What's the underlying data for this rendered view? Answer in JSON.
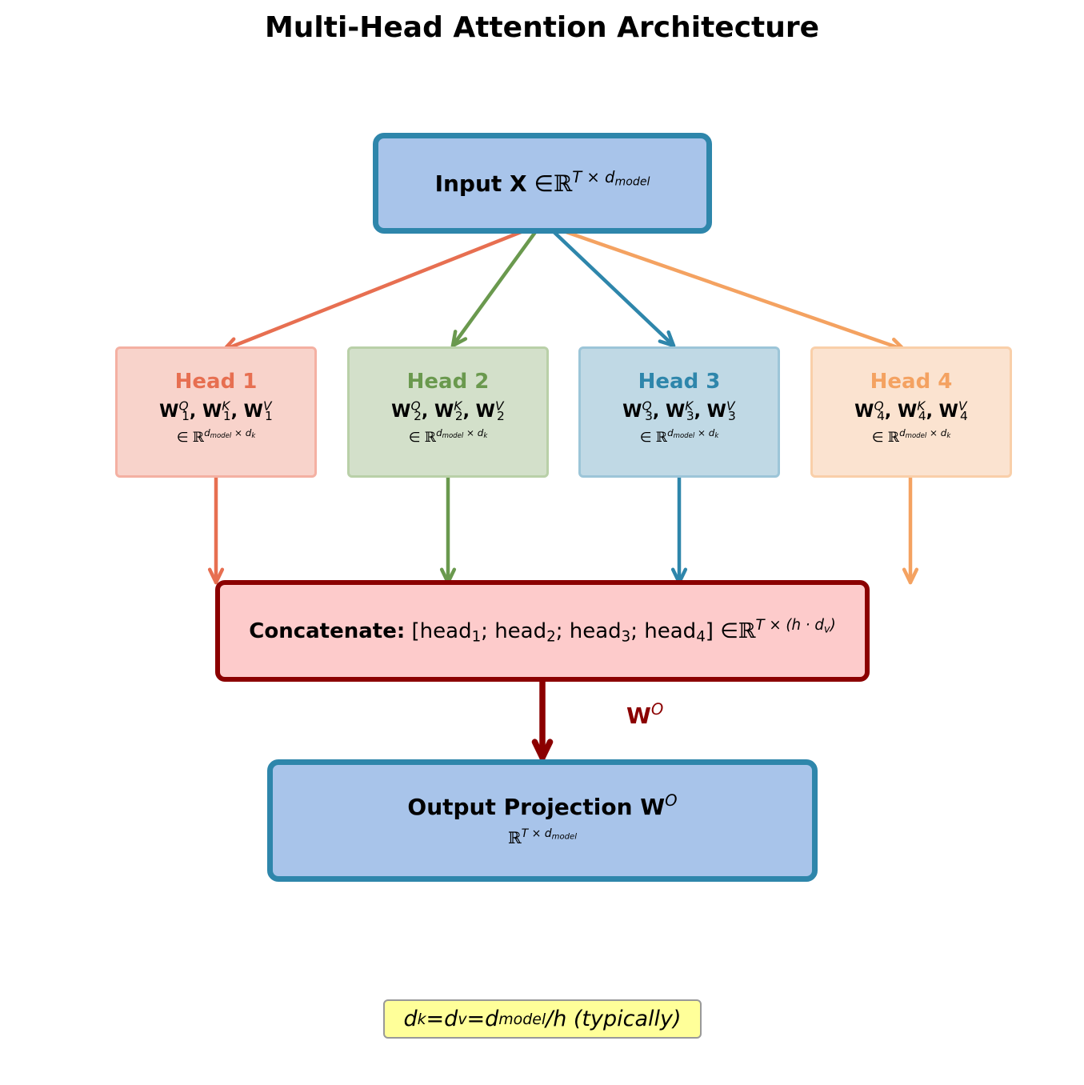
{
  "title": "Multi-Head Attention Architecture",
  "input": {
    "label": "Input X",
    "member": "∈",
    "space": "ℝ",
    "exp_main": "T × d",
    "exp_sub": "model",
    "border_color": "#2e86ab",
    "fill_color": "#a8c4ea"
  },
  "heads": [
    {
      "title": "Head 1",
      "index": "1",
      "color": "#e76f51",
      "fill": "#f8d3cb",
      "border": "#f4b0a2"
    },
    {
      "title": "Head 2",
      "index": "2",
      "color": "#6a994e",
      "fill": "#d3e0ca",
      "border": "#b9d0a8"
    },
    {
      "title": "Head 3",
      "index": "3",
      "color": "#2e86ab",
      "fill": "#c0d9e5",
      "border": "#9cc5d8"
    },
    {
      "title": "Head 4",
      "index": "4",
      "color": "#f4a261",
      "fill": "#fbe3d0",
      "border": "#f9cfa9"
    }
  ],
  "weights": {
    "symbol": "W",
    "q": "Q",
    "k": "K",
    "v": "V",
    "sep": ", "
  },
  "head_dim": {
    "member": "∈",
    "space": "ℝ",
    "d": "d",
    "model": "model",
    "times": " × ",
    "dk_sub": "k"
  },
  "concat": {
    "label": "Concatenate:",
    "items": [
      "head",
      "head",
      "head",
      "head"
    ],
    "indices": [
      "1",
      "2",
      "3",
      "4"
    ],
    "open": "[",
    "close": "]",
    "sep": "; ",
    "member": "∈",
    "space": "ℝ",
    "exp": "T × (h · d",
    "exp_sub": "v",
    "exp_close": ")",
    "border_color": "#8b0000",
    "fill_color": "#fdcbcb"
  },
  "projection_label": {
    "symbol": "W",
    "sup": "O",
    "color": "#8b0000"
  },
  "output": {
    "title": "Output Projection W",
    "title_sup": "O",
    "space": "ℝ",
    "exp_main": "T × d",
    "exp_sub": "model"
  },
  "note": {
    "d": "d",
    "k": "k",
    "eq": " = ",
    "v": "v",
    "model": "model",
    "rest": "/h (typically)",
    "fill_color": "#ffff99"
  }
}
